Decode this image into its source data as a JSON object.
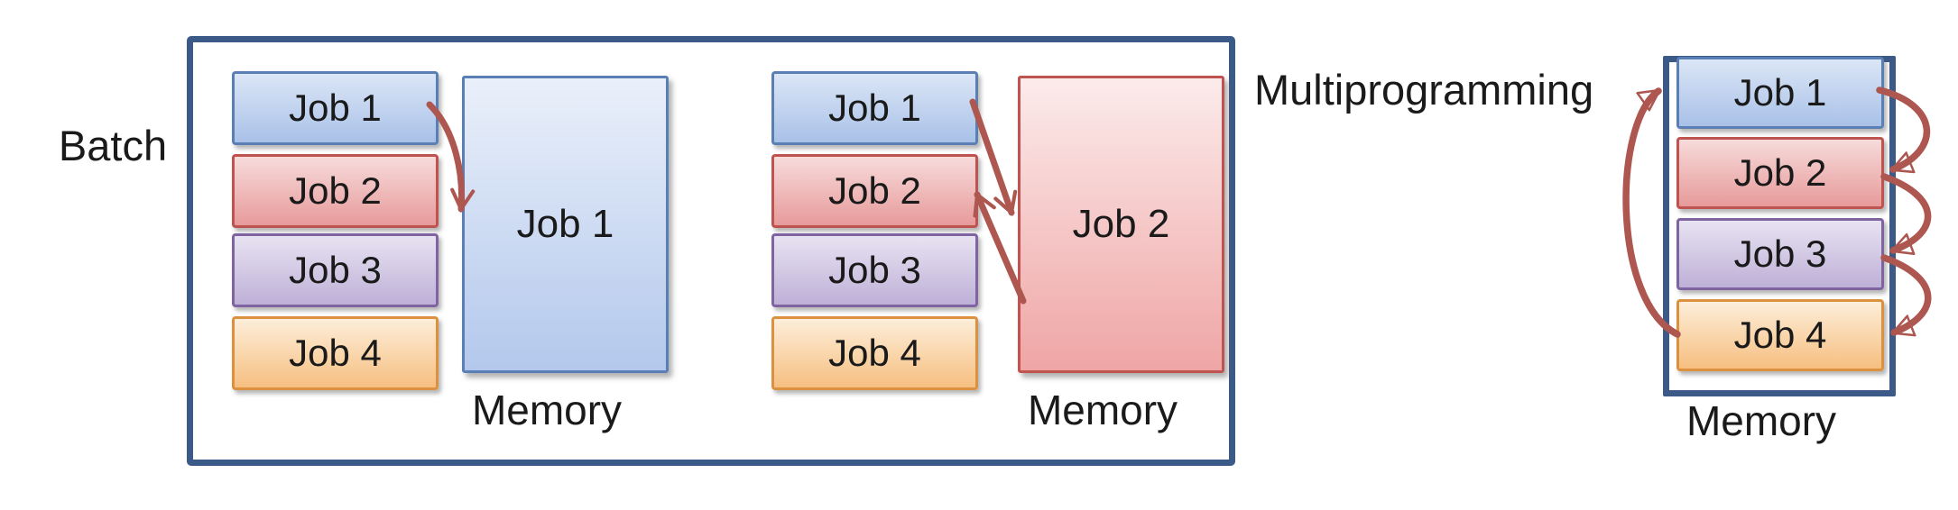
{
  "batch": {
    "label": "Batch",
    "groups": [
      {
        "jobs": [
          "Job 1",
          "Job 2",
          "Job 3",
          "Job 4"
        ],
        "memory": {
          "content": "Job 1",
          "label": "Memory"
        }
      },
      {
        "jobs": [
          "Job 1",
          "Job 2",
          "Job 3",
          "Job 4"
        ],
        "memory": {
          "content": "Job 2",
          "label": "Memory"
        }
      }
    ]
  },
  "multiprogramming": {
    "label": "Multiprogramming",
    "jobs": [
      "Job 1",
      "Job 2",
      "Job 3",
      "Job 4"
    ],
    "memory_label": "Memory"
  },
  "colors": {
    "text": "#1a1a1a",
    "outline": "#3c5a88",
    "arrow": "#ad5750",
    "job_blue_border": "#5a7fb5",
    "job_blue_top": "#dbe6f6",
    "job_blue_bottom": "#a9c1e8",
    "job_red_border": "#bf5350",
    "job_red_top": "#f7dbdb",
    "job_red_bottom": "#e79a9a",
    "job_purple_border": "#7f64a1",
    "job_purple_top": "#e8e3f2",
    "job_purple_bottom": "#beb0d7",
    "job_orange_border": "#dc9140",
    "job_orange_top": "#fdeeda",
    "job_orange_bottom": "#f6bf80",
    "mem_blue_top": "#eaf0fa",
    "mem_blue_bottom": "#b3c8ec",
    "mem_pink_top": "#fcebeb",
    "mem_pink_bottom": "#efa5a5"
  }
}
